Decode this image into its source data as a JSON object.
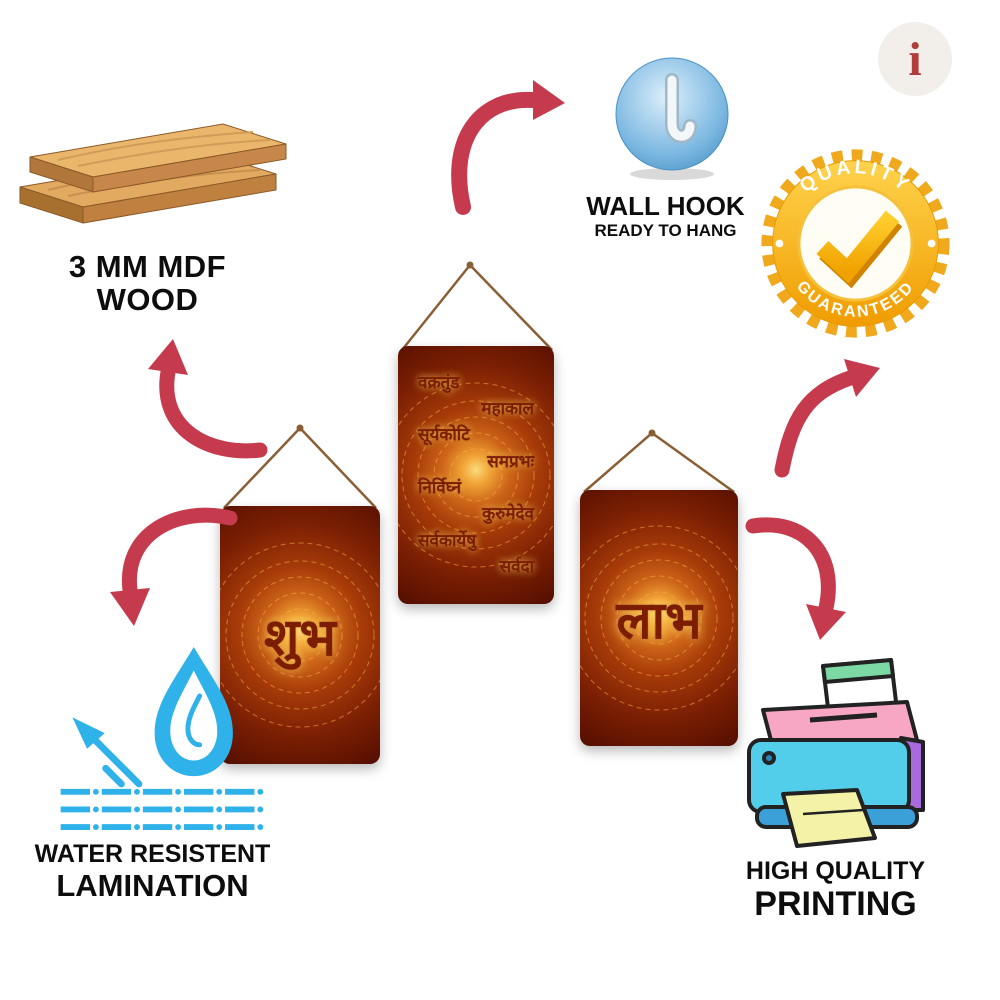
{
  "logo": {
    "letter": "i"
  },
  "features": {
    "mdf": {
      "line1": "3 MM MDF",
      "line2": "WOOD"
    },
    "hook": {
      "title": "WALL HOOK",
      "subtitle": "READY TO HANG"
    },
    "badge": {
      "top": "QUALITY",
      "bottom": "GUARANTEED"
    },
    "water": {
      "line1": "WATER RESISTENT",
      "line2": "LAMINATION"
    },
    "printing": {
      "line1": "HIGH QUALITY",
      "line2": "PRINTING"
    }
  },
  "plaques": {
    "left": {
      "text": "शुभ"
    },
    "right": {
      "text": "लाभ"
    },
    "center": {
      "lines": [
        "वक्रतुंड",
        "महाकाल",
        "सूर्यकोटि",
        "समप्रभः",
        "निर्विघ्नं",
        "कुरुमेदेव",
        "सर्वकार्येषु",
        "सर्वदा"
      ]
    }
  },
  "colors": {
    "arrow": "#c53a4c",
    "badge_gold": "#f2a71b",
    "hook_blue": "#5fa8d8",
    "water_blue": "#2fb1ea",
    "board_dark": "#7a1f04",
    "board_glow": "#ffcf6e"
  }
}
